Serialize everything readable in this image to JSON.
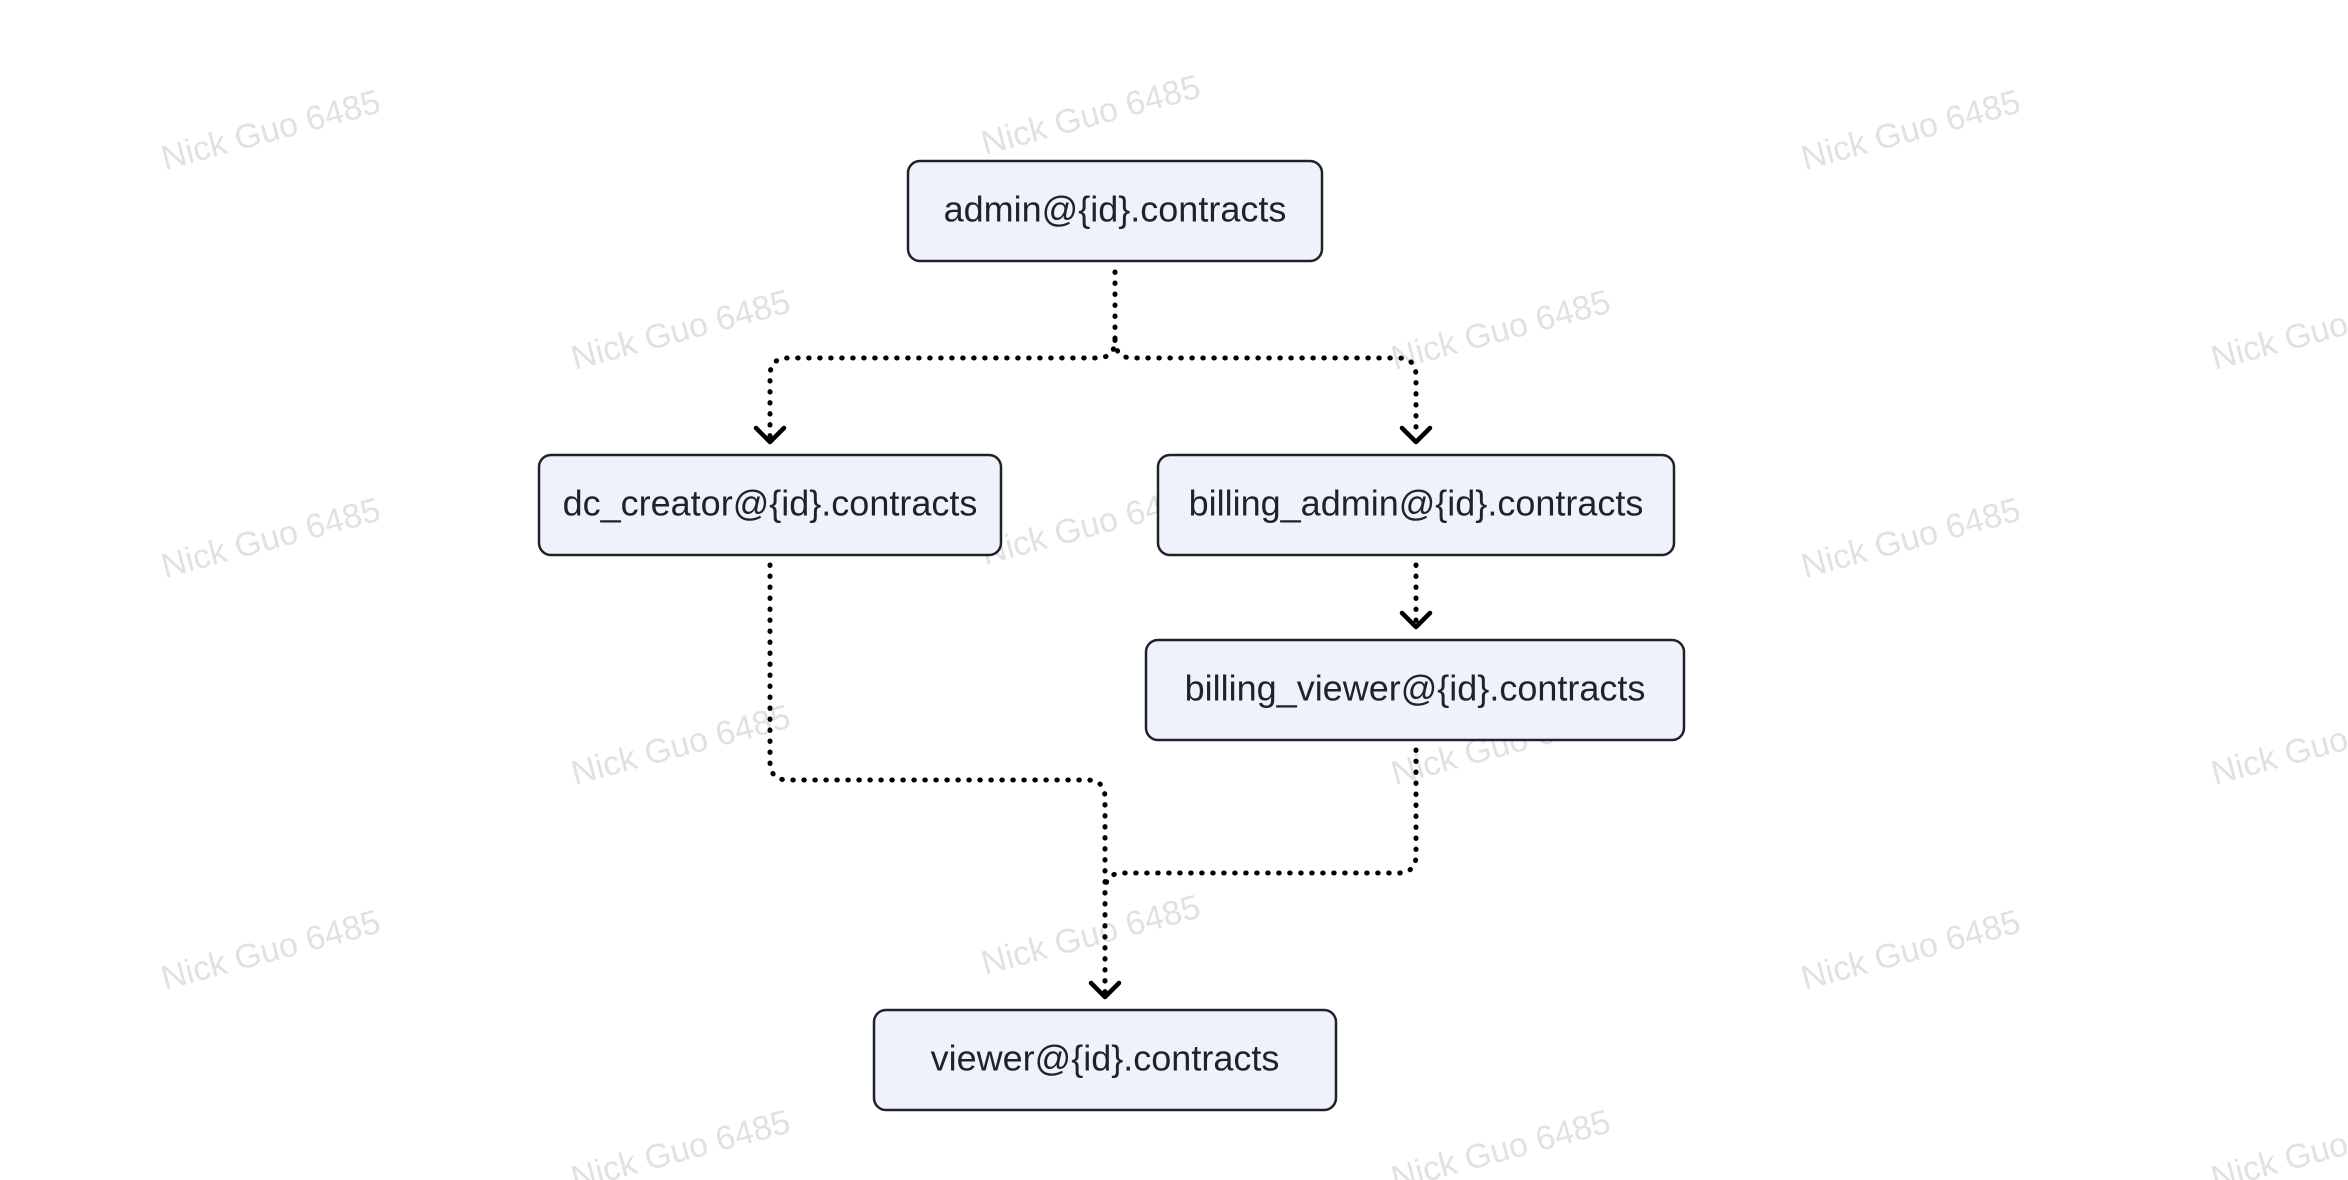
{
  "watermark": "Nick Guo 6485",
  "nodes": {
    "admin": "admin@{id}.contracts",
    "dc_creator": "dc_creator@{id}.contracts",
    "billing_admin": "billing_admin@{id}.contracts",
    "billing_viewer": "billing_viewer@{id}.contracts",
    "viewer": "viewer@{id}.contracts"
  },
  "edges": [
    {
      "from": "admin",
      "to": "dc_creator",
      "style": "dotted"
    },
    {
      "from": "admin",
      "to": "billing_admin",
      "style": "dotted"
    },
    {
      "from": "billing_admin",
      "to": "billing_viewer",
      "style": "dotted"
    },
    {
      "from": "dc_creator",
      "to": "viewer",
      "style": "dotted"
    },
    {
      "from": "billing_viewer",
      "to": "viewer",
      "style": "dotted"
    }
  ],
  "colors": {
    "node_fill": "#eef2fb",
    "node_border": "#1f2329",
    "edge": "#000000",
    "watermark": "#d4d4d4"
  }
}
